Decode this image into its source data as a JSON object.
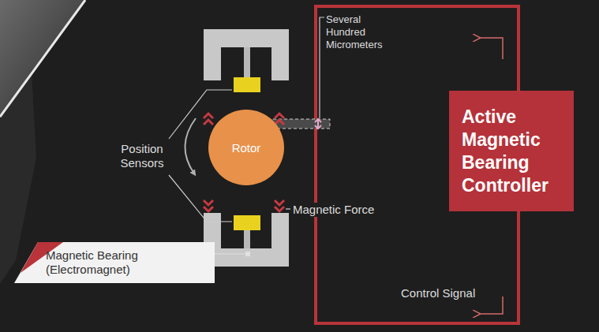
{
  "diagram": {
    "nodes": [
      {
        "text": [
          "Rotor"
        ]
      },
      {
        "text": [
          "Active Magnetic Bearing Controller"
        ]
      },
      {
        "text": [
          "Magnetic Bearing (Electromagnet)"
        ]
      }
    ],
    "labels": [
      "Several Hundred Micrometers",
      "Position Sensors",
      "Magnetic Force",
      "Control Signal"
    ]
  }
}
